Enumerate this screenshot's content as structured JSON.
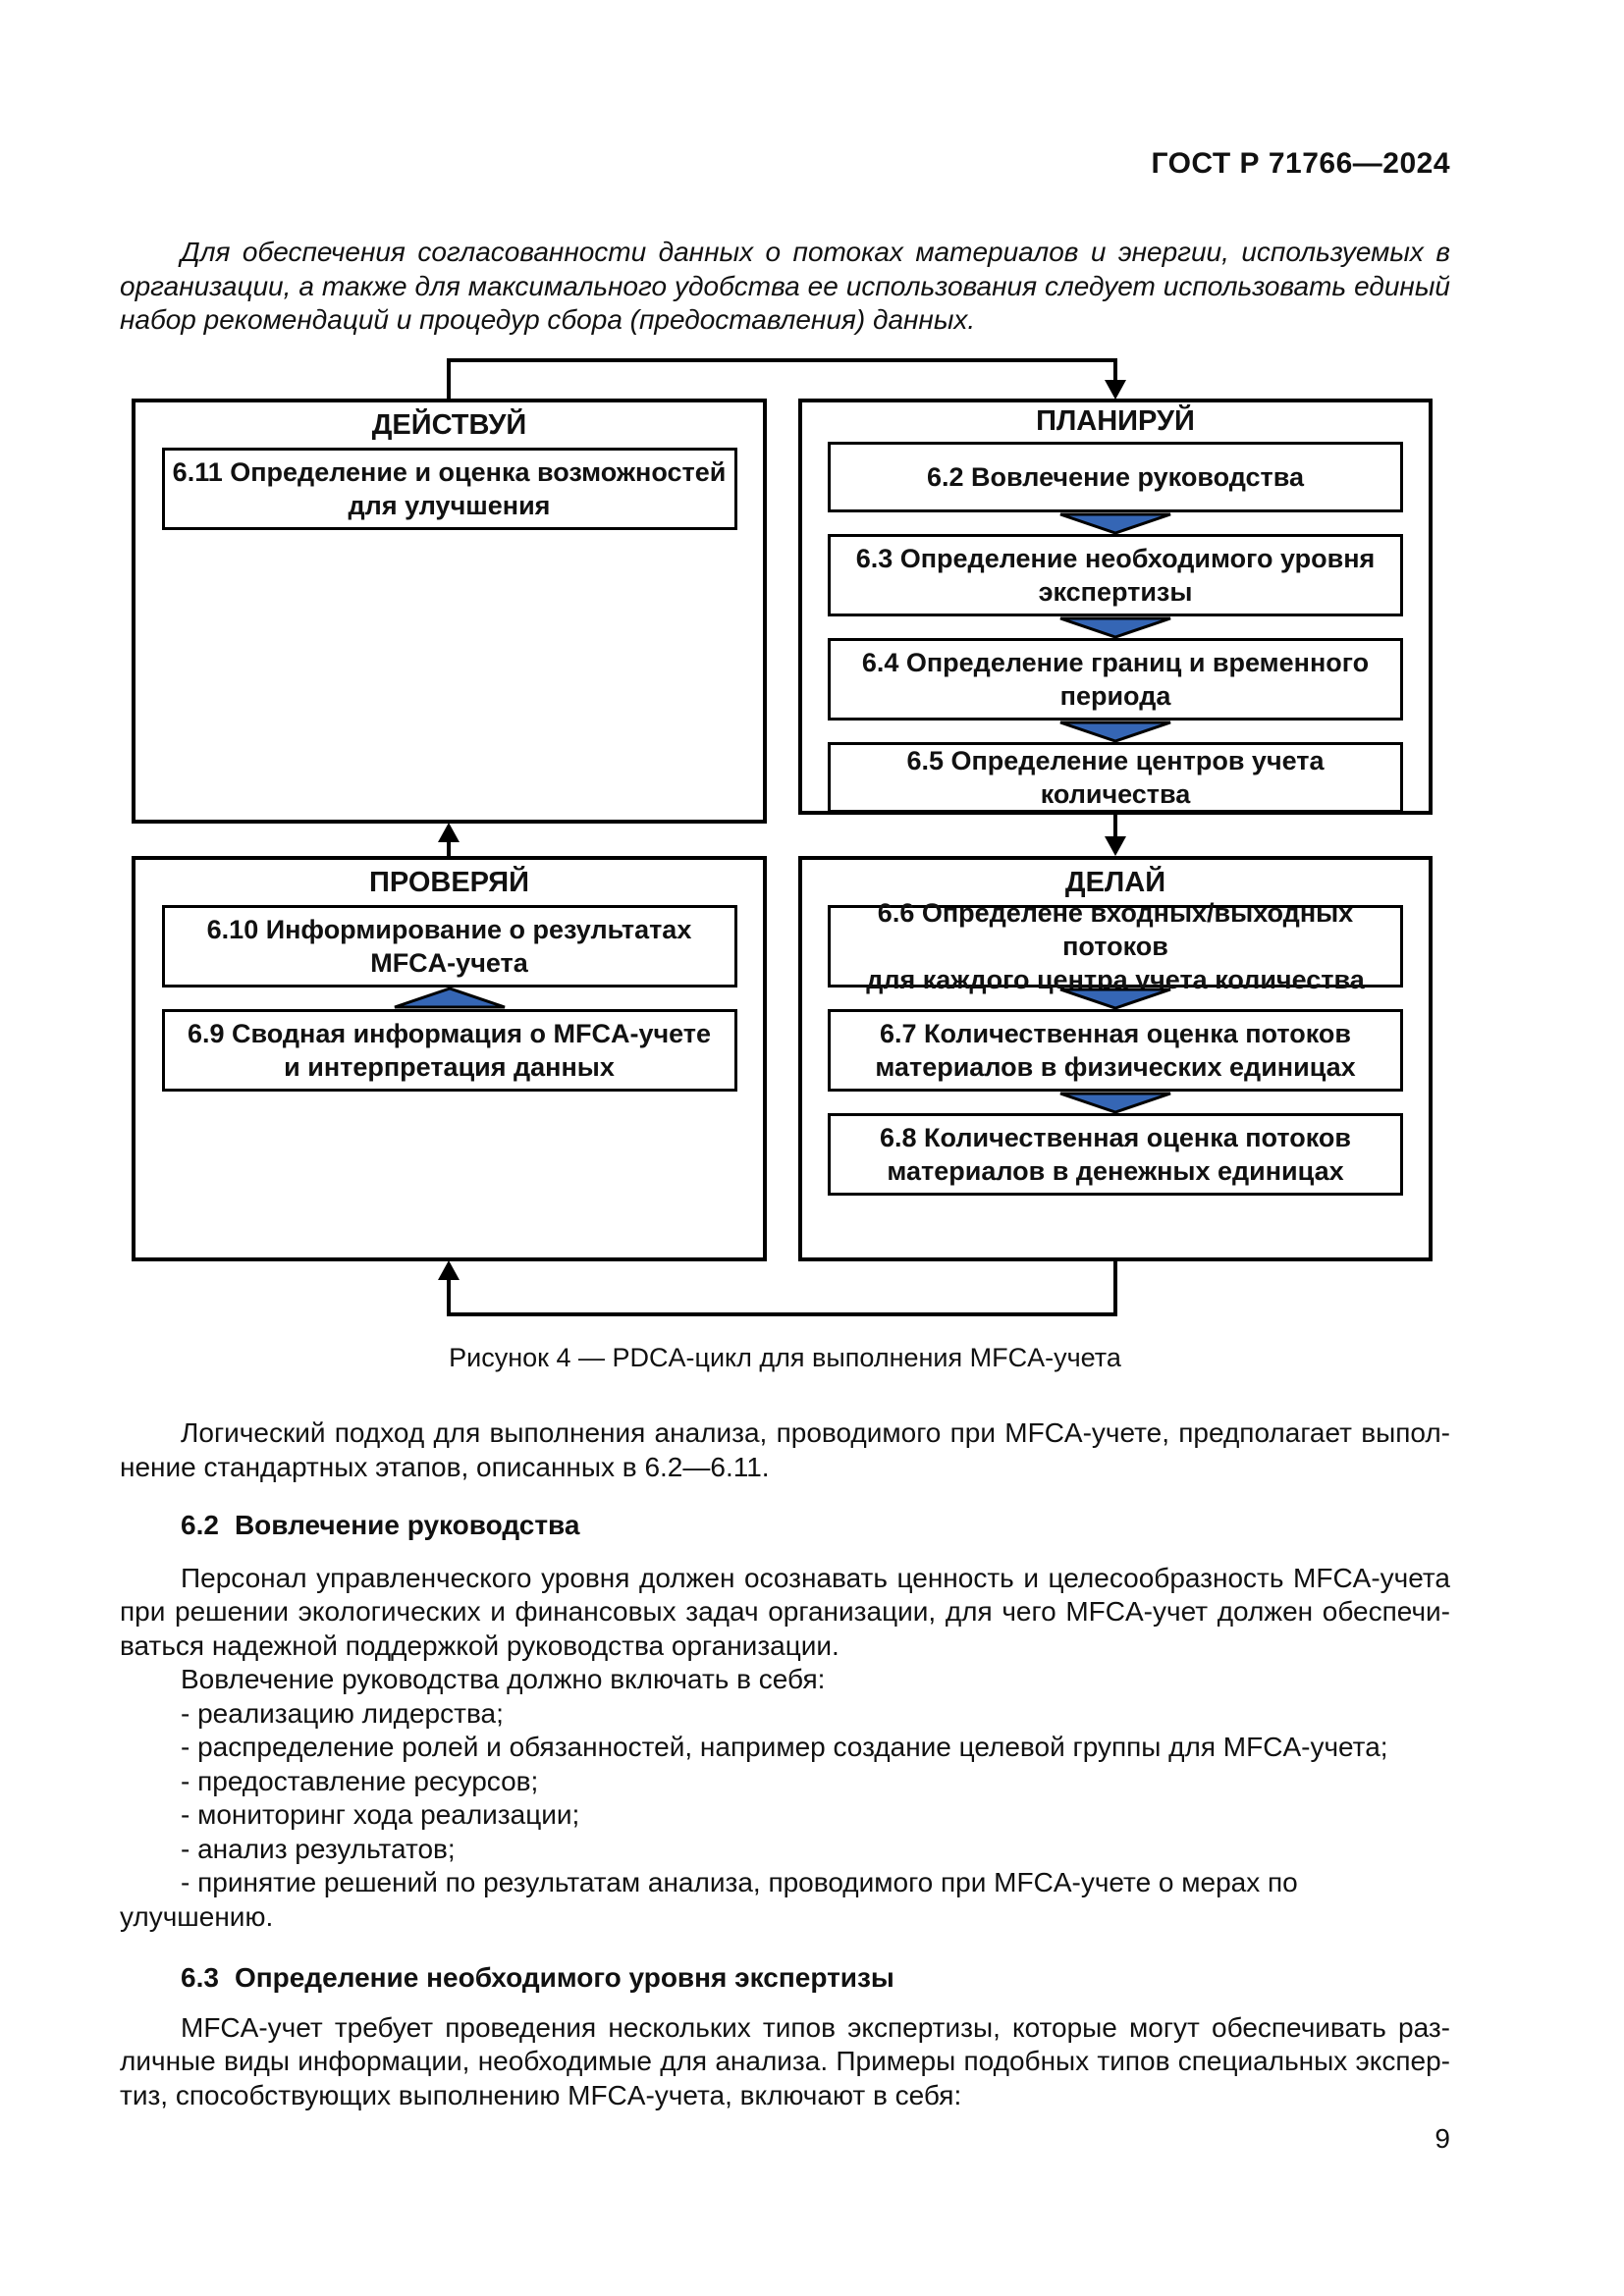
{
  "header": {
    "doc_code": "ГОСТ Р 71766—2024"
  },
  "intro": {
    "lines": [
      "Для обеспечения согласованности данных о потоках материалов и энергии, используемых в",
      "организации, а также для максимального удобства ее использования следует использовать единый",
      "набор рекомендаций и процедур сбора (предоставления) данных."
    ]
  },
  "diagram": {
    "arrow_color": "#3566b5",
    "quadrants": [
      {
        "id": "act",
        "title": "ДЕЙСТВУЙ",
        "boxes": [
          "6.11 Определение и оценка возможностей\nдля улучшения"
        ]
      },
      {
        "id": "plan",
        "title": "ПЛАНИРУЙ",
        "boxes": [
          "6.2 Вовлечение руководства",
          "6.3 Определение необходимого уровня\nэкспертизы",
          "6.4 Определение границ и временного\nпериода",
          "6.5 Определение центров учета количества"
        ]
      },
      {
        "id": "check",
        "title": "ПРОВЕРЯЙ",
        "boxes": [
          "6.10 Информирование о результатах\nMFCA-учета",
          "6.9 Сводная информация о MFCA-учете\nи интерпретация данных"
        ]
      },
      {
        "id": "do",
        "title": "ДЕЛАЙ",
        "boxes": [
          "6.6 Определене входных/выходных потоков\nдля каждого центра учета количества",
          "6.7 Количественная оценка потоков\nматериалов в физических единицах",
          "6.8 Количественная оценка потоков\nматериалов в денежных единицах"
        ]
      }
    ]
  },
  "figure": {
    "caption": "Рисунок 4 — PDCA-цикл для выполнения MFCA-учета"
  },
  "paragraphs": {
    "logic": [
      "Логический подход для выполнения анализа, проводимого при MFCA-учете, предполагает выпол-",
      "нение стандартных этапов, описанных в 6.2—6.11."
    ],
    "personnel": [
      "Персонал управленческого уровня должен осознавать ценность и целесообразность MFCA-учета",
      "при решении экологических и финансовых задач организации, для чего MFCA-учет должен обеспечи-",
      "ваться надежной поддержкой руководства организации."
    ],
    "involve": "Вовлечение руководства должно включать в себя:",
    "mfca": [
      "MFCA-учет требует проведения нескольких типов экспертизы, которые могут обеспечивать раз-",
      "личные виды информации, необходимые для анализа. Примеры подобных типов специальных экспер-",
      "тиз, способствующих выполнению MFCA-учета, включают в себя:"
    ]
  },
  "headings": {
    "h62": {
      "number": "6.2",
      "title": "Вовлечение руководства"
    },
    "h63": {
      "number": "6.3",
      "title": "Определение необходимого уровня экспертизы"
    }
  },
  "bullets": [
    "- реализацию лидерства;",
    "- распределение ролей и обязанностей, например создание целевой группы для MFCA-учета;",
    "- предоставление ресурсов;",
    "- мониторинг хода реализации;",
    "- анализ результатов;",
    "- принятие решений по результатам анализа, проводимого при MFCA-учете о мерах по улучшению."
  ],
  "footer": {
    "page_number": "9"
  }
}
